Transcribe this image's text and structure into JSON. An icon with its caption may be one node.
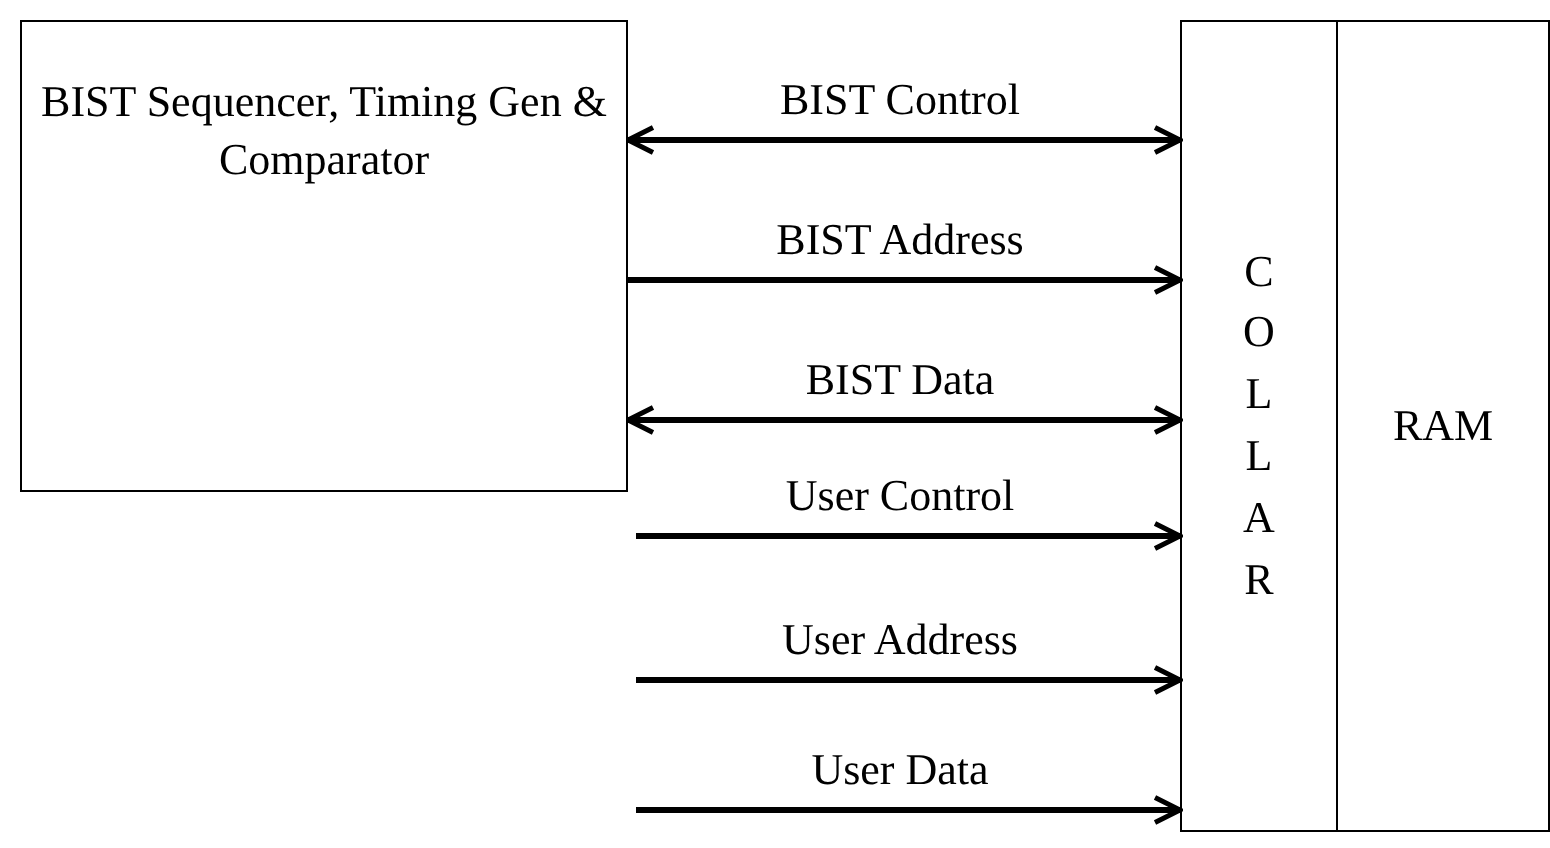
{
  "diagram": {
    "nodes": [
      {
        "text": [
          "BIST Sequencer, Timing Gen & Comparator"
        ]
      },
      {
        "text": [
          "COLLAR"
        ]
      },
      {
        "text": [
          "RAM"
        ]
      }
    ],
    "edges": [
      {
        "from": 0,
        "to": 1,
        "arrow": "both",
        "label": "BIST Control"
      },
      {
        "from": 0,
        "to": 1,
        "arrow": "to",
        "label": "BIST Address"
      },
      {
        "from": 0,
        "to": 1,
        "arrow": "both",
        "label": "BIST Data"
      },
      {
        "from": null,
        "to": 1,
        "arrow": "to",
        "label": "User Control"
      },
      {
        "from": null,
        "to": 1,
        "arrow": "to",
        "label": "User Address"
      },
      {
        "from": null,
        "to": 1,
        "arrow": "to",
        "label": "User Data"
      }
    ]
  }
}
